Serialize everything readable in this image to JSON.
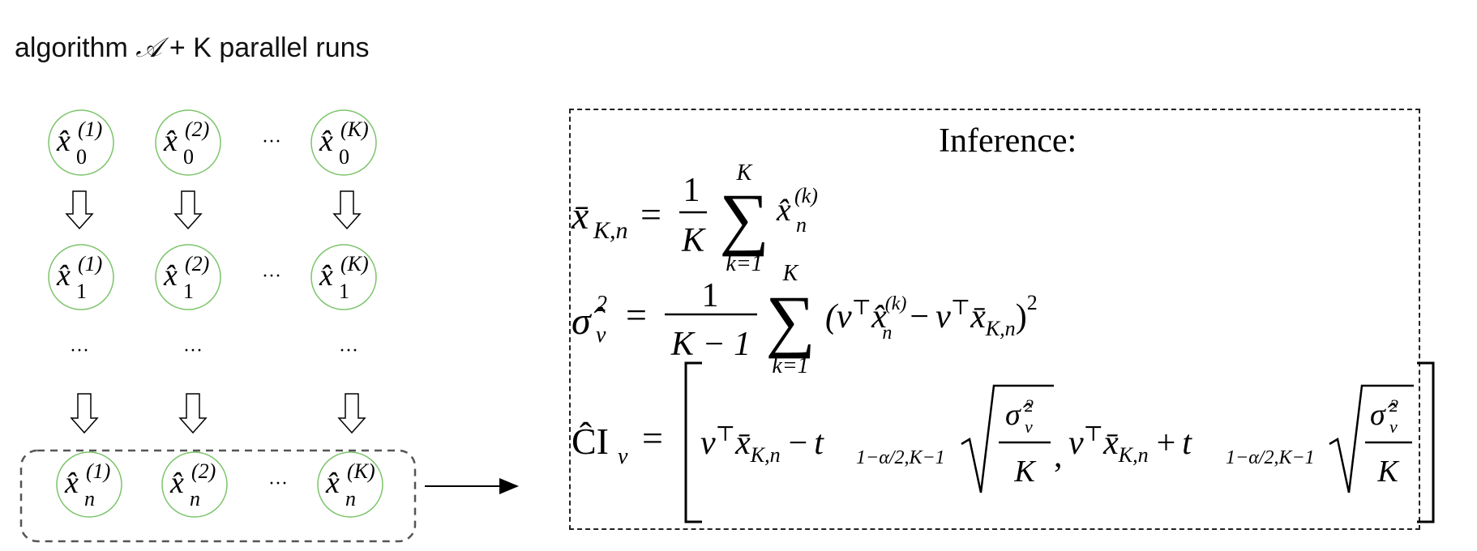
{
  "header": {
    "prefix": "algorithm",
    "algorithm_symbol": "𝒜",
    "suffix": "+ K parallel runs"
  },
  "grid": {
    "ellipsis": "···",
    "columns": [
      "(1)",
      "(2)",
      "(K)"
    ],
    "rows": [
      "0",
      "1",
      "n"
    ],
    "base_symbol": "x̂",
    "circle_color": "#7cc46b",
    "box_color": "#555555"
  },
  "inference": {
    "title": "Inference:",
    "eq1": {
      "lhs": "x̄",
      "lhs_sub": "K,n",
      "frac_num": "1",
      "frac_den": "K",
      "sum_top": "K",
      "sum_bottom": "k=1",
      "term": "x̂",
      "term_sub": "n",
      "term_sup": "(k)"
    },
    "eq2": {
      "lhs": "σ̂",
      "lhs_sub": "v",
      "lhs_sup": "2",
      "frac_num": "1",
      "frac_den": "K − 1",
      "sum_top": "K",
      "sum_bottom": "k=1"
    },
    "eq3": {
      "lhs": "ĈI",
      "lhs_sub": "v",
      "t_sub": "1−α/2,K−1"
    }
  }
}
